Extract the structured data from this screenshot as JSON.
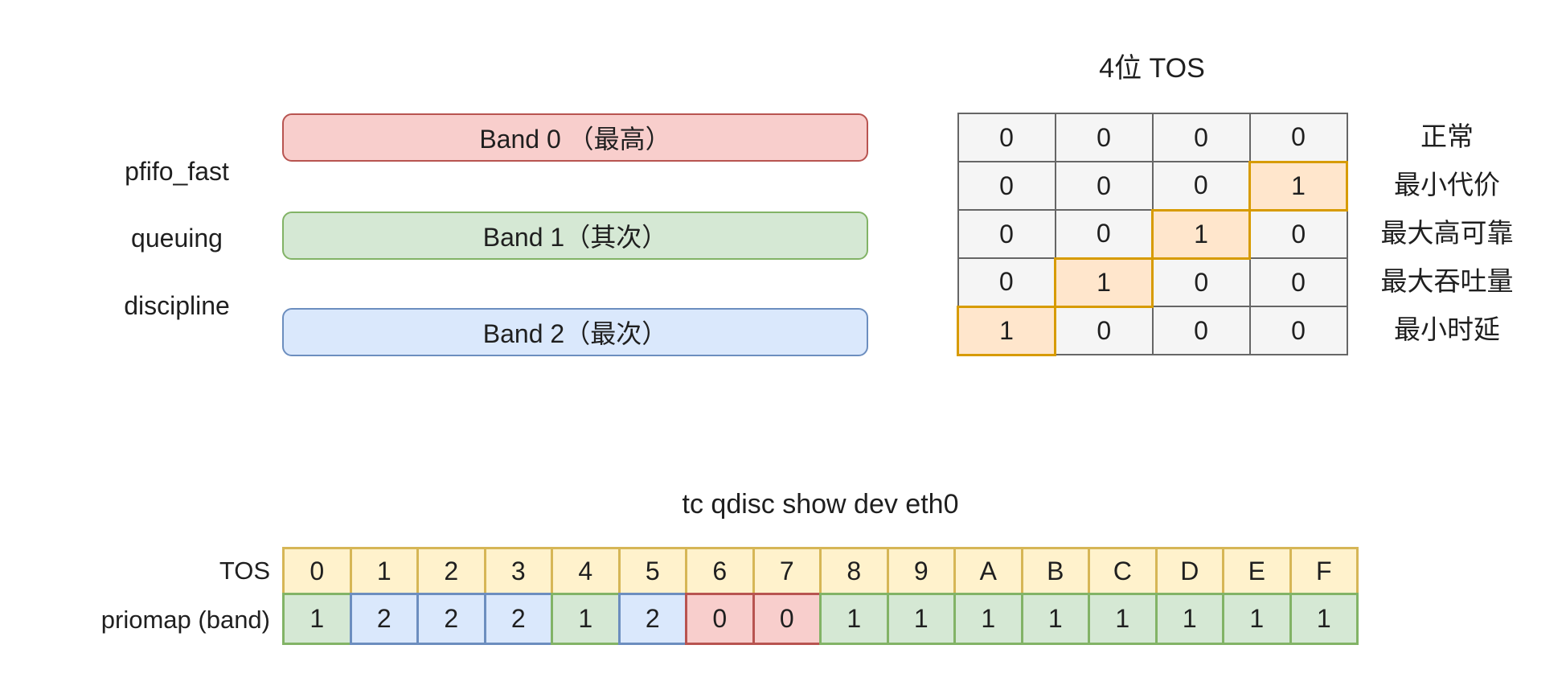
{
  "left_labels": [
    "pfifo_fast",
    "queuing",
    "discipline"
  ],
  "bands": [
    {
      "label": "Band 0 （最高）",
      "fill": "#F8CECC",
      "stroke": "#B85450"
    },
    {
      "label": "Band 1（其次）",
      "fill": "#D5E8D4",
      "stroke": "#82B366"
    },
    {
      "label": "Band 2（最次）",
      "fill": "#DAE8FC",
      "stroke": "#6C8EBF"
    }
  ],
  "tos_matrix": {
    "title": "4位 TOS",
    "cell_fill": "#F5F5F5",
    "cell_stroke": "#666666",
    "highlight_fill": "#FFE6CC",
    "highlight_stroke": "#D79B00",
    "rows": [
      {
        "bits": [
          "0",
          "0",
          "0",
          "0"
        ],
        "highlight": -1,
        "label": "正常"
      },
      {
        "bits": [
          "0",
          "0",
          "0",
          "1"
        ],
        "highlight": 3,
        "label": "最小代价"
      },
      {
        "bits": [
          "0",
          "0",
          "1",
          "0"
        ],
        "highlight": 2,
        "label": "最大高可靠"
      },
      {
        "bits": [
          "0",
          "1",
          "0",
          "0"
        ],
        "highlight": 1,
        "label": "最大吞吐量"
      },
      {
        "bits": [
          "1",
          "0",
          "0",
          "0"
        ],
        "highlight": 0,
        "label": "最小时延"
      }
    ]
  },
  "priomap_table": {
    "title": "tc qdisc show dev eth0",
    "row_labels": [
      "TOS",
      "priomap (band)"
    ],
    "tos": [
      "0",
      "1",
      "2",
      "3",
      "4",
      "5",
      "6",
      "7",
      "8",
      "9",
      "A",
      "B",
      "C",
      "D",
      "E",
      "F"
    ],
    "priomap": [
      "1",
      "2",
      "2",
      "2",
      "1",
      "2",
      "0",
      "0",
      "1",
      "1",
      "1",
      "1",
      "1",
      "1",
      "1",
      "1"
    ],
    "tos_cell_colors": {
      "fill": "#FFF2CC",
      "stroke": "#D6B656"
    },
    "band_colors": {
      "0": {
        "fill": "#F8CECC",
        "stroke": "#B85450"
      },
      "1": {
        "fill": "#D5E8D4",
        "stroke": "#82B366"
      },
      "2": {
        "fill": "#DAE8FC",
        "stroke": "#6C8EBF"
      }
    }
  }
}
